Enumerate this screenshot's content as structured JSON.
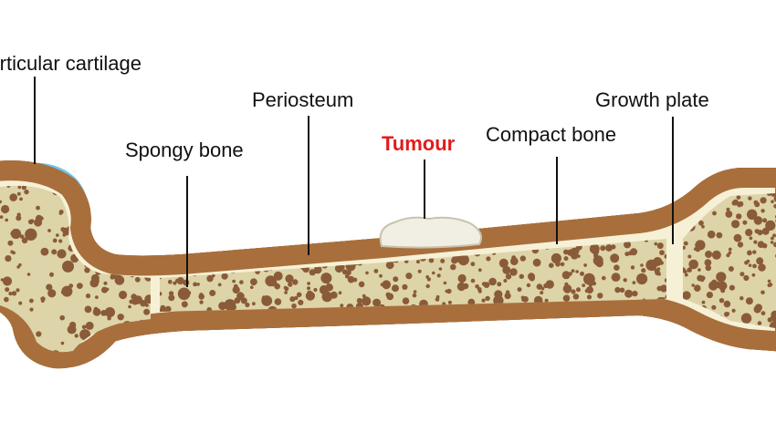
{
  "labels": {
    "articular_cartilage": "Articular cartilage",
    "spongy_bone": "Spongy bone",
    "periosteum": "Periosteum",
    "tumour": "Tumour",
    "compact_bone": "Compact bone",
    "growth_plate": "Growth plate"
  },
  "colors": {
    "outer": "#a86f3c",
    "band": "#d8d0b8",
    "cream": "#f6f1d6",
    "spongy": "#ddd4a9",
    "dot": "#8a5b38",
    "cartilage": "#cfe1f2",
    "cartilage_edge": "#6cc6ec",
    "tumour_fill": "#f1eee3",
    "highlight": "#e21b1b"
  }
}
